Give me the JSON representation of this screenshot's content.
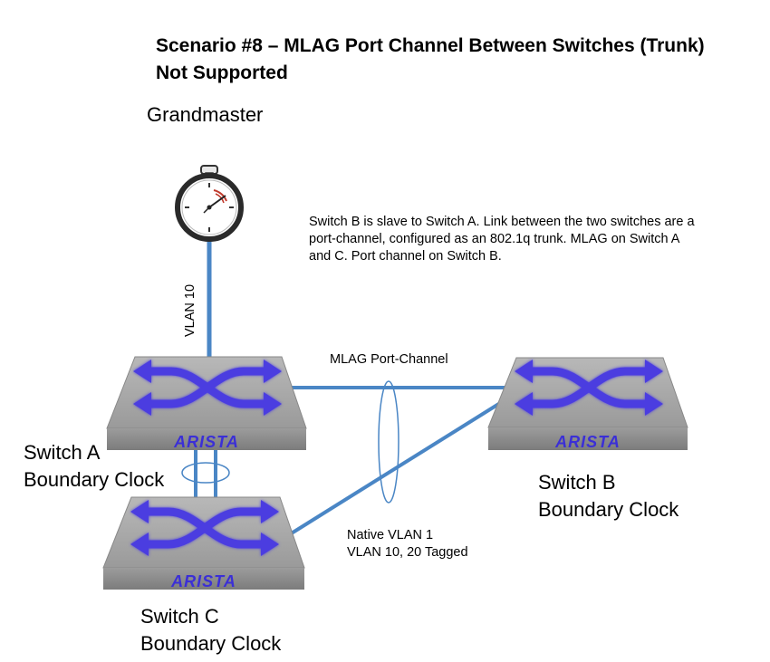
{
  "title": {
    "line1": "Scenario #8 – MLAG Port Channel Between Switches (Trunk)",
    "line2": "Not Supported"
  },
  "grandmaster": {
    "label": "Grandmaster"
  },
  "description": {
    "line1": "Switch B is slave to Switch A.  Link between the two switches are a",
    "line2": "port-channel, configured as an 802.1q trunk.  MLAG on Switch A",
    "line3": "and C.  Port channel on Switch B."
  },
  "links": {
    "vlan10": "VLAN 10",
    "mlag_port_channel": "MLAG Port-Channel",
    "native_vlan": "Native VLAN 1",
    "tagged_vlans": "VLAN 10, 20 Tagged"
  },
  "switches": {
    "a": {
      "name": "Switch A",
      "role": "Boundary Clock",
      "brand": "ARISTA"
    },
    "b": {
      "name": "Switch B",
      "role": "Boundary Clock",
      "brand": "ARISTA"
    },
    "c": {
      "name": "Switch C",
      "role": "Boundary Clock",
      "brand": "ARISTA"
    }
  },
  "colors": {
    "link": "#4a86c5",
    "arrow": "#4b3ee0",
    "switch_top": "#a9a9a9",
    "switch_side": "#8c8c8c",
    "brand": "#3b2fd6"
  }
}
